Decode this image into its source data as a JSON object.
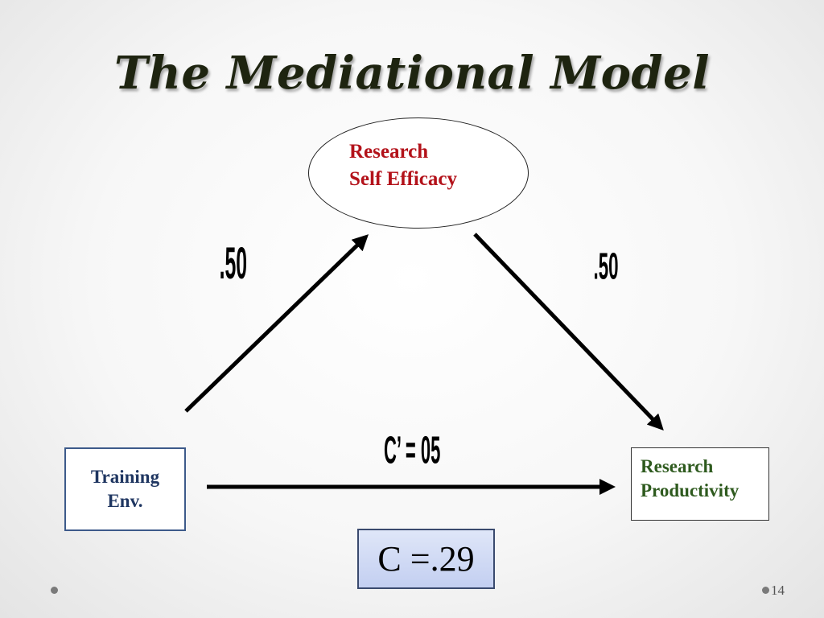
{
  "slide": {
    "title": "The Mediational Model",
    "page_number": "14"
  },
  "nodes": {
    "mediator": {
      "line1": "Research",
      "line2": "Self Efficacy",
      "color": "#b3121a"
    },
    "predictor": {
      "line1": "Training",
      "line2": "Env.",
      "color": "#1f3661"
    },
    "outcome": {
      "line1": "Research",
      "line2": "Productivity",
      "color": "#2e5a1e"
    }
  },
  "paths": {
    "a_label": ".50",
    "b_label": ".50",
    "c_prime_label": "C’ = 05",
    "total_effect_label": "C =.29"
  }
}
